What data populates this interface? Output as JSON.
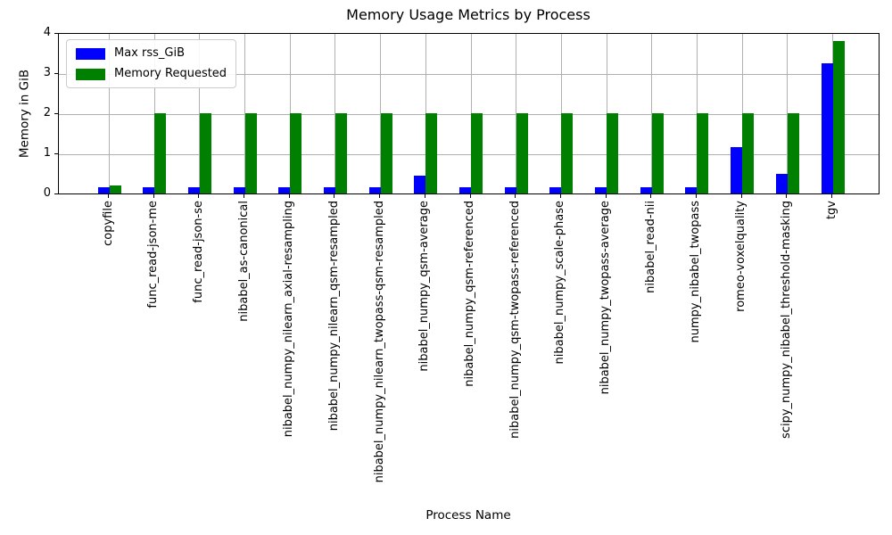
{
  "chart_data": {
    "type": "bar",
    "title": "Memory Usage Metrics by Process",
    "xlabel": "Process Name",
    "ylabel": "Memory in GiB",
    "ylim": [
      0,
      4
    ],
    "yticks": [
      0,
      1,
      2,
      3,
      4
    ],
    "grid": true,
    "grid_color": "#b0b0b0",
    "legend_position": "upper left",
    "categories": [
      "copyfile",
      "func_read-json-me",
      "func_read-json-se",
      "nibabel_as-canonical",
      "nibabel_numpy_nilearn_axial-resampling",
      "nibabel_numpy_nilearn_qsm-resampled",
      "nibabel_numpy_nilearn_twopass-qsm-resampled",
      "nibabel_numpy_qsm-average",
      "nibabel_numpy_qsm-referenced",
      "nibabel_numpy_qsm-twopass-referenced",
      "nibabel_numpy_scale-phase",
      "nibabel_numpy_twopass-average",
      "nibabel_read-nii",
      "numpy_nibabel_twopass",
      "romeo-voxelquality",
      "scipy_numpy_nibabel_threshold-masking",
      "tgv"
    ],
    "series": [
      {
        "name": "Max rss_GiB",
        "color": "#0000ff",
        "values": [
          0.16,
          0.16,
          0.16,
          0.16,
          0.16,
          0.16,
          0.16,
          0.45,
          0.16,
          0.16,
          0.16,
          0.16,
          0.16,
          0.16,
          1.15,
          0.48,
          3.25
        ]
      },
      {
        "name": "Memory Requested",
        "color": "#008000",
        "values": [
          0.2,
          2.0,
          2.0,
          2.0,
          2.0,
          2.0,
          2.0,
          2.0,
          2.0,
          2.0,
          2.0,
          2.0,
          2.0,
          2.0,
          2.0,
          2.0,
          3.8
        ]
      }
    ]
  }
}
